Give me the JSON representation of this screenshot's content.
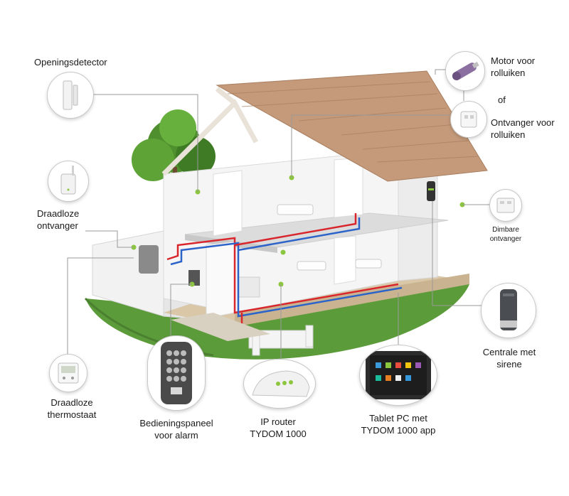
{
  "labels": {
    "openingsdetector": [
      "Openingsdetector"
    ],
    "draadloze_ontvanger": [
      "Draadloze",
      "ontvanger"
    ],
    "draadloze_thermostaat": [
      "Draadloze",
      "thermostaat"
    ],
    "bedieningspaneel": [
      "Bedieningspaneel",
      "voor alarm"
    ],
    "ip_router": [
      "IP router",
      "TYDOM 1000"
    ],
    "tablet": [
      "Tablet PC met",
      "TYDOM 1000 app"
    ],
    "centrale": [
      "Centrale met",
      "sirene"
    ],
    "dimbare_ontvanger": [
      "Dimbare",
      "ontvanger"
    ],
    "motor_rolluiken": [
      "Motor voor",
      "rolluiken"
    ],
    "of": [
      "of"
    ],
    "ontvanger_rolluiken": [
      "Ontvanger voor",
      "rolluiken"
    ]
  },
  "icons": {
    "door_sensor": "door-sensor-icon",
    "receiver": "wireless-receiver-icon",
    "thermostat": "thermostat-icon",
    "keypad": "alarm-keypad-icon",
    "router": "ip-router-icon",
    "tablet": "tablet-icon",
    "siren": "siren-icon",
    "dimmer": "dimmer-module-icon",
    "motor": "shutter-motor-icon",
    "shutter_receiver": "shutter-receiver-icon"
  },
  "colors": {
    "connector_line": "#9a9a9a",
    "accent_green": "#8cc63f",
    "pipe_red": "#d9262c",
    "pipe_blue": "#2b63c9",
    "roof": "#c49a7a",
    "lawn": "#5c9b3a"
  }
}
